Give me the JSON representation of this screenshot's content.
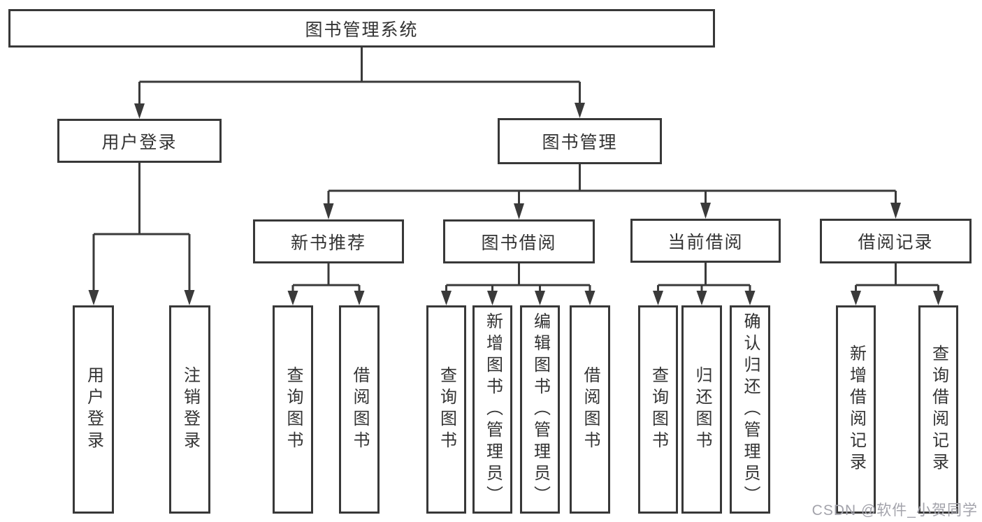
{
  "diagram": {
    "root": {
      "label": "图书管理系统"
    },
    "level2": [
      {
        "label": "用户登录"
      },
      {
        "label": "图书管理"
      }
    ],
    "level3": [
      {
        "label": "新书推荐"
      },
      {
        "label": "图书借阅"
      },
      {
        "label": "当前借阅"
      },
      {
        "label": "借阅记录"
      }
    ],
    "leaves": {
      "user_login": [
        {
          "label": "用户登录"
        },
        {
          "label": "注销登录"
        }
      ],
      "new_book": [
        {
          "label": "查询图书"
        },
        {
          "label": "借阅图书"
        }
      ],
      "book_borrow": [
        {
          "label": "查询图书"
        },
        {
          "label": "新增图书（管理员）"
        },
        {
          "label": "编辑图书（管理员）"
        },
        {
          "label": "借阅图书"
        }
      ],
      "current_borrow": [
        {
          "label": "查询图书"
        },
        {
          "label": "归还图书"
        },
        {
          "label": "确认归还（管理员）"
        }
      ],
      "borrow_record": [
        {
          "label": "新增借阅记录"
        },
        {
          "label": "查询借阅记录"
        }
      ]
    }
  },
  "watermark": {
    "text": "CSDN @软件_小贺同学"
  },
  "colors": {
    "line": "#3a3a3a",
    "box_border": "#383838",
    "text": "#333333",
    "watermark": "#a3a3ab",
    "background": "#ffffff"
  }
}
